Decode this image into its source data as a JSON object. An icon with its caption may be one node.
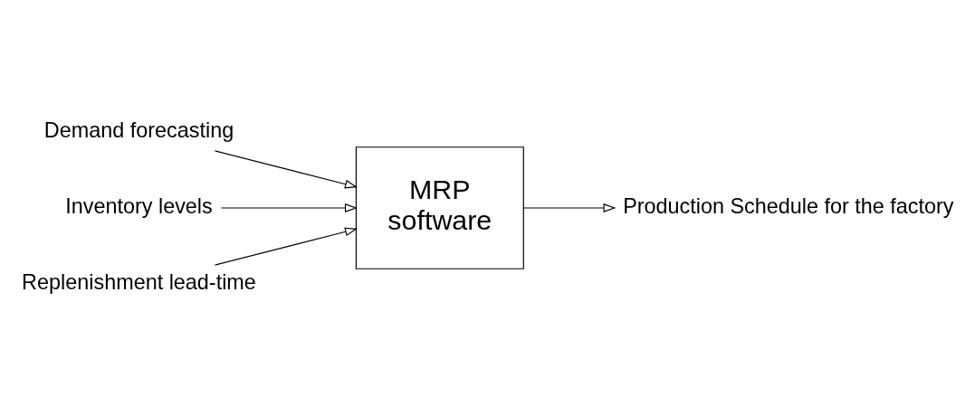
{
  "diagram": {
    "nodes": [
      {
        "text": [
          "MRP software"
        ]
      },
      {
        "text": [
          "Demand forecasting"
        ]
      },
      {
        "text": [
          "Inventory levels"
        ]
      },
      {
        "text": [
          "Replenishment lead-time"
        ]
      },
      {
        "text": [
          "Production Schedule for the factory"
        ]
      }
    ],
    "edges": [
      {
        "from": 1,
        "to": 0,
        "arrow": "to"
      },
      {
        "from": 2,
        "to": 0,
        "arrow": "to"
      },
      {
        "from": 3,
        "to": 0,
        "arrow": "to"
      },
      {
        "from": 0,
        "to": 4,
        "arrow": "to"
      }
    ]
  }
}
